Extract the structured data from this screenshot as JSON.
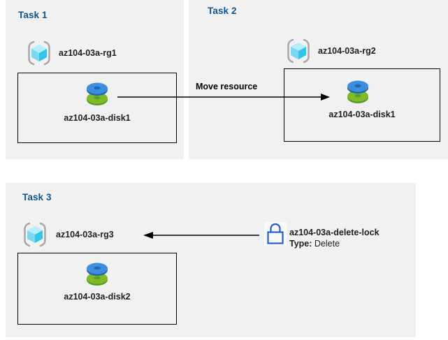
{
  "diagram": {
    "background": "#ffffff",
    "panel_background": "#f1f1f1",
    "title_color": "#10548f",
    "text_color": "#201f1e",
    "lock_color": "#1f5fd0"
  },
  "tasks": [
    {
      "id": "task1",
      "title": "Task 1",
      "resource_group": {
        "label": "az104-03a-rg1",
        "icon": "resource-group-icon"
      },
      "resource": {
        "label": "az104-03a-disk1",
        "icon": "managed-disk-icon"
      }
    },
    {
      "id": "task2",
      "title": "Task 2",
      "resource_group": {
        "label": "az104-03a-rg2",
        "icon": "resource-group-icon"
      },
      "resource": {
        "label": "az104-03a-disk1",
        "icon": "managed-disk-icon"
      }
    },
    {
      "id": "task3",
      "title": "Task 3",
      "resource_group": {
        "label": "az104-03a-rg3",
        "icon": "resource-group-icon"
      },
      "resource": {
        "label": "az104-03a-disk2",
        "icon": "managed-disk-icon"
      }
    }
  ],
  "connectors": {
    "move": {
      "label": "Move resource",
      "direction": "right",
      "from": "task1-disk1",
      "to": "task2-disk1"
    },
    "lock": {
      "direction": "left",
      "from": "delete-lock",
      "to": "az104-03a-rg3"
    }
  },
  "lock": {
    "icon": "padlock-icon",
    "name": "az104-03a-delete-lock",
    "type_key": "Type:",
    "type_value": "Delete"
  }
}
